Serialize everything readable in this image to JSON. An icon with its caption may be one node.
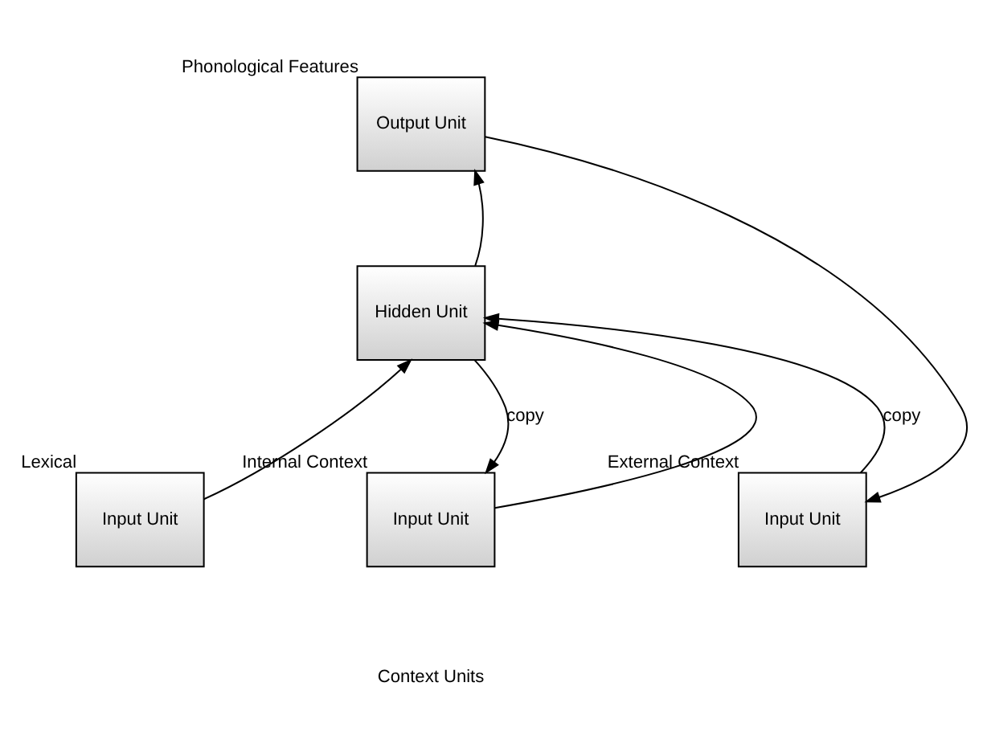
{
  "diagram": {
    "nodes": [
      {
        "text": [
          "Output Unit"
        ],
        "beside": [
          "Phonological Features"
        ]
      },
      {
        "text": [
          "Hidden Unit"
        ]
      },
      {
        "text": [
          "Input Unit"
        ],
        "beside": [
          "Lexical"
        ]
      },
      {
        "text": [
          "Input Unit"
        ],
        "beside": [
          "Internal Context"
        ]
      },
      {
        "text": [
          "Input Unit"
        ],
        "beside": [
          "External Context"
        ]
      }
    ],
    "edges": [
      {
        "from": 1,
        "to": 0,
        "arrow": "to"
      },
      {
        "from": 0,
        "to": 4,
        "arrow": "to"
      },
      {
        "from": 2,
        "to": 1,
        "arrow": "to"
      },
      {
        "from": 3,
        "to": 1,
        "arrow": "to"
      },
      {
        "from": 1,
        "to": 3,
        "arrow": "to",
        "label": "copy"
      },
      {
        "from": 4,
        "to": 1,
        "arrow": "to",
        "label": "copy"
      }
    ],
    "labels": [
      "Context Units"
    ]
  }
}
